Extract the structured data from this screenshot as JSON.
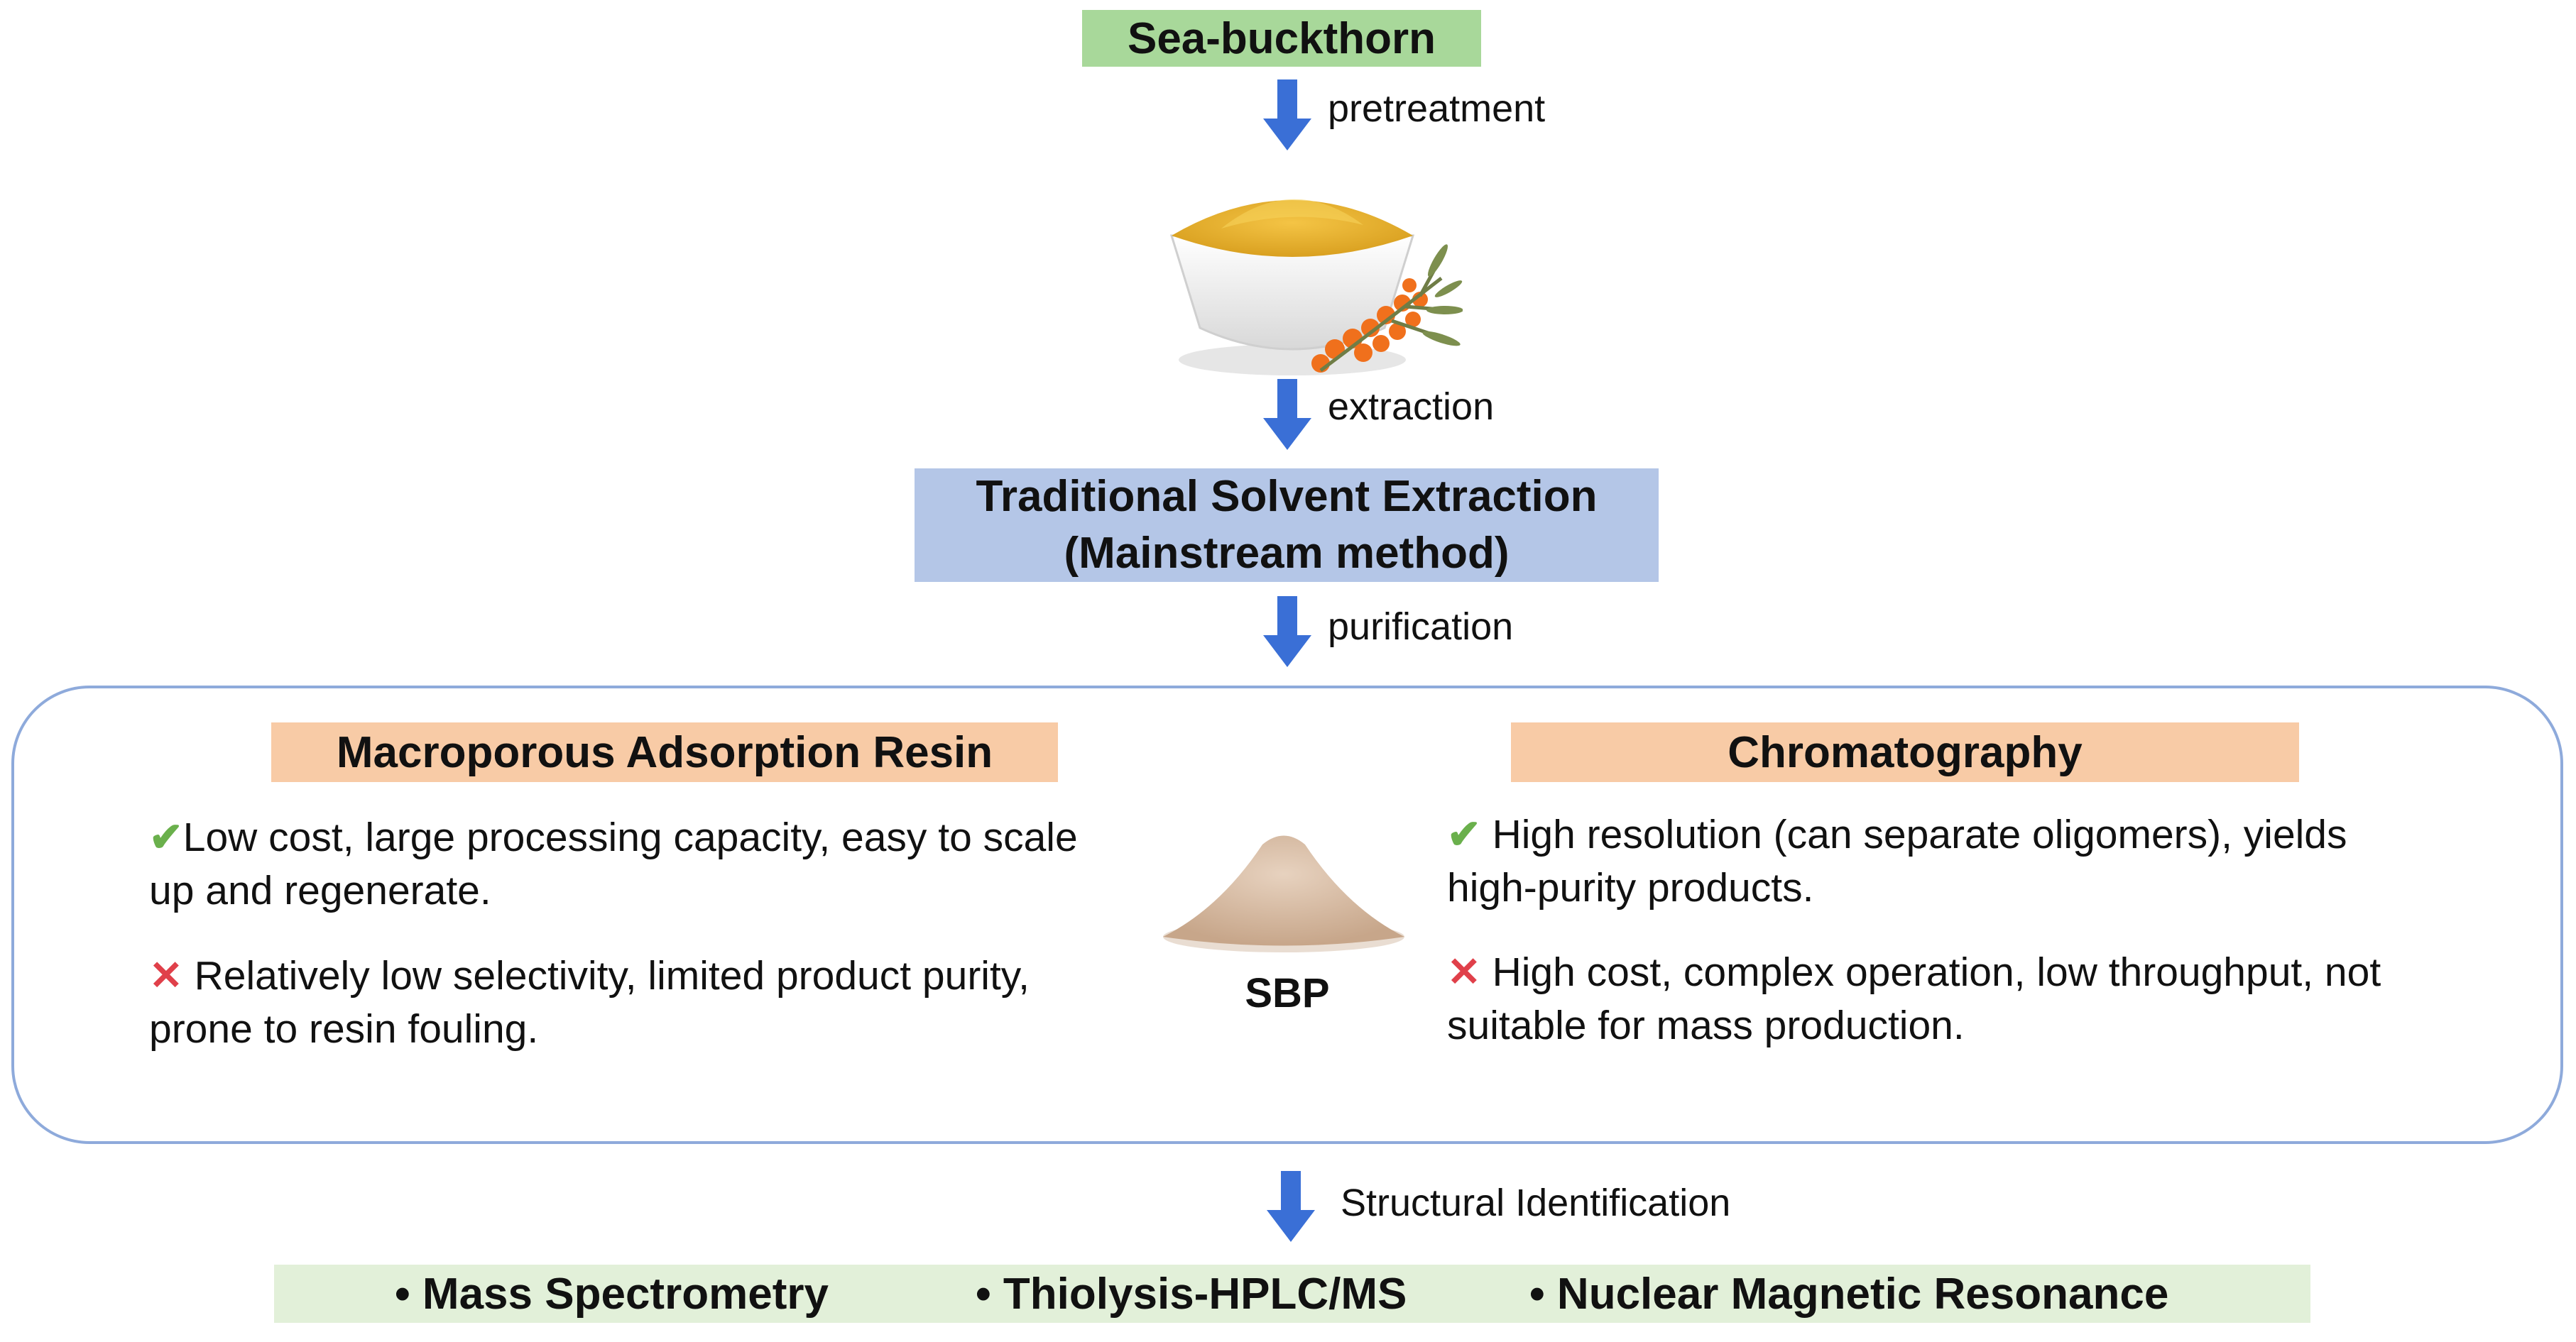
{
  "colors": {
    "green_box": "#a8d89a",
    "blue_box": "#b4c6e7",
    "orange_box": "#f8cba6",
    "light_green_box": "#e2f0d9",
    "arrow": "#3a6fd6",
    "frame": "#8eaadb",
    "check": "#6ab04c",
    "cross": "#e0404a"
  },
  "source": {
    "title": "Sea-buckthorn"
  },
  "steps": {
    "pretreatment": "pretreatment",
    "extraction": "extraction",
    "purification": "purification",
    "identification": "Structural Identification"
  },
  "extraction_method": {
    "line1": "Traditional Solvent Extraction",
    "line2": "(Mainstream method)"
  },
  "resin": {
    "title": "Macroporous Adsorption Resin",
    "pro_icon": "check-icon",
    "pro_mark": "✔",
    "pro_line1": "Low cost, large processing capacity, easy to scale",
    "pro_line2": "up and regenerate.",
    "con_icon": "cross-icon",
    "con_mark": "✕",
    "con_line1": "Relatively low selectivity, limited product purity,",
    "con_line2": "prone to resin fouling."
  },
  "product": {
    "label": "SBP"
  },
  "chromatography": {
    "title": "Chromatography",
    "pro_mark": "✔",
    "pro_line1": "High resolution (can separate oligomers), yields",
    "pro_line2": "high-purity products.",
    "con_mark": "✕",
    "con_line1": "High cost, complex operation, low throughput, not",
    "con_line2": "suitable for mass production."
  },
  "identification_methods": [
    "• Mass Spectrometry",
    "• Thiolysis-HPLC/MS",
    "• Nuclear Magnetic Resonance"
  ]
}
